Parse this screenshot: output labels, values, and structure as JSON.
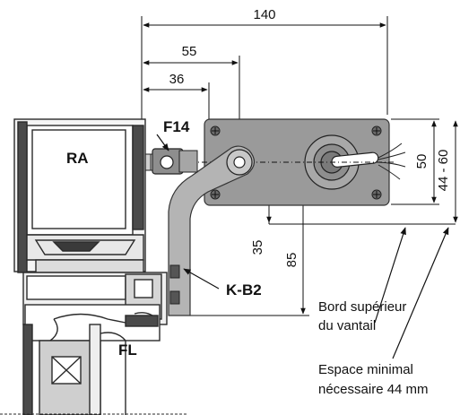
{
  "dimensions": {
    "d140": "140",
    "d55": "55",
    "d36": "36",
    "d50": "50",
    "d44_60": "44 - 60",
    "d35": "35",
    "d85": "85"
  },
  "labels": {
    "ra": "RA",
    "f14": "F14",
    "kb2": "K-B2",
    "fl": "FL"
  },
  "notes": {
    "bord_line1": "Bord supérieur",
    "bord_line2": "du vantail",
    "espace_line1": "Espace minimal",
    "espace_line2": "nécessaire 44 mm"
  },
  "colors": {
    "motor_box": "#9a9a9a",
    "arm": "#b4b4b4",
    "frame": "#3a3a3a",
    "glass": "#cfcfcf"
  }
}
